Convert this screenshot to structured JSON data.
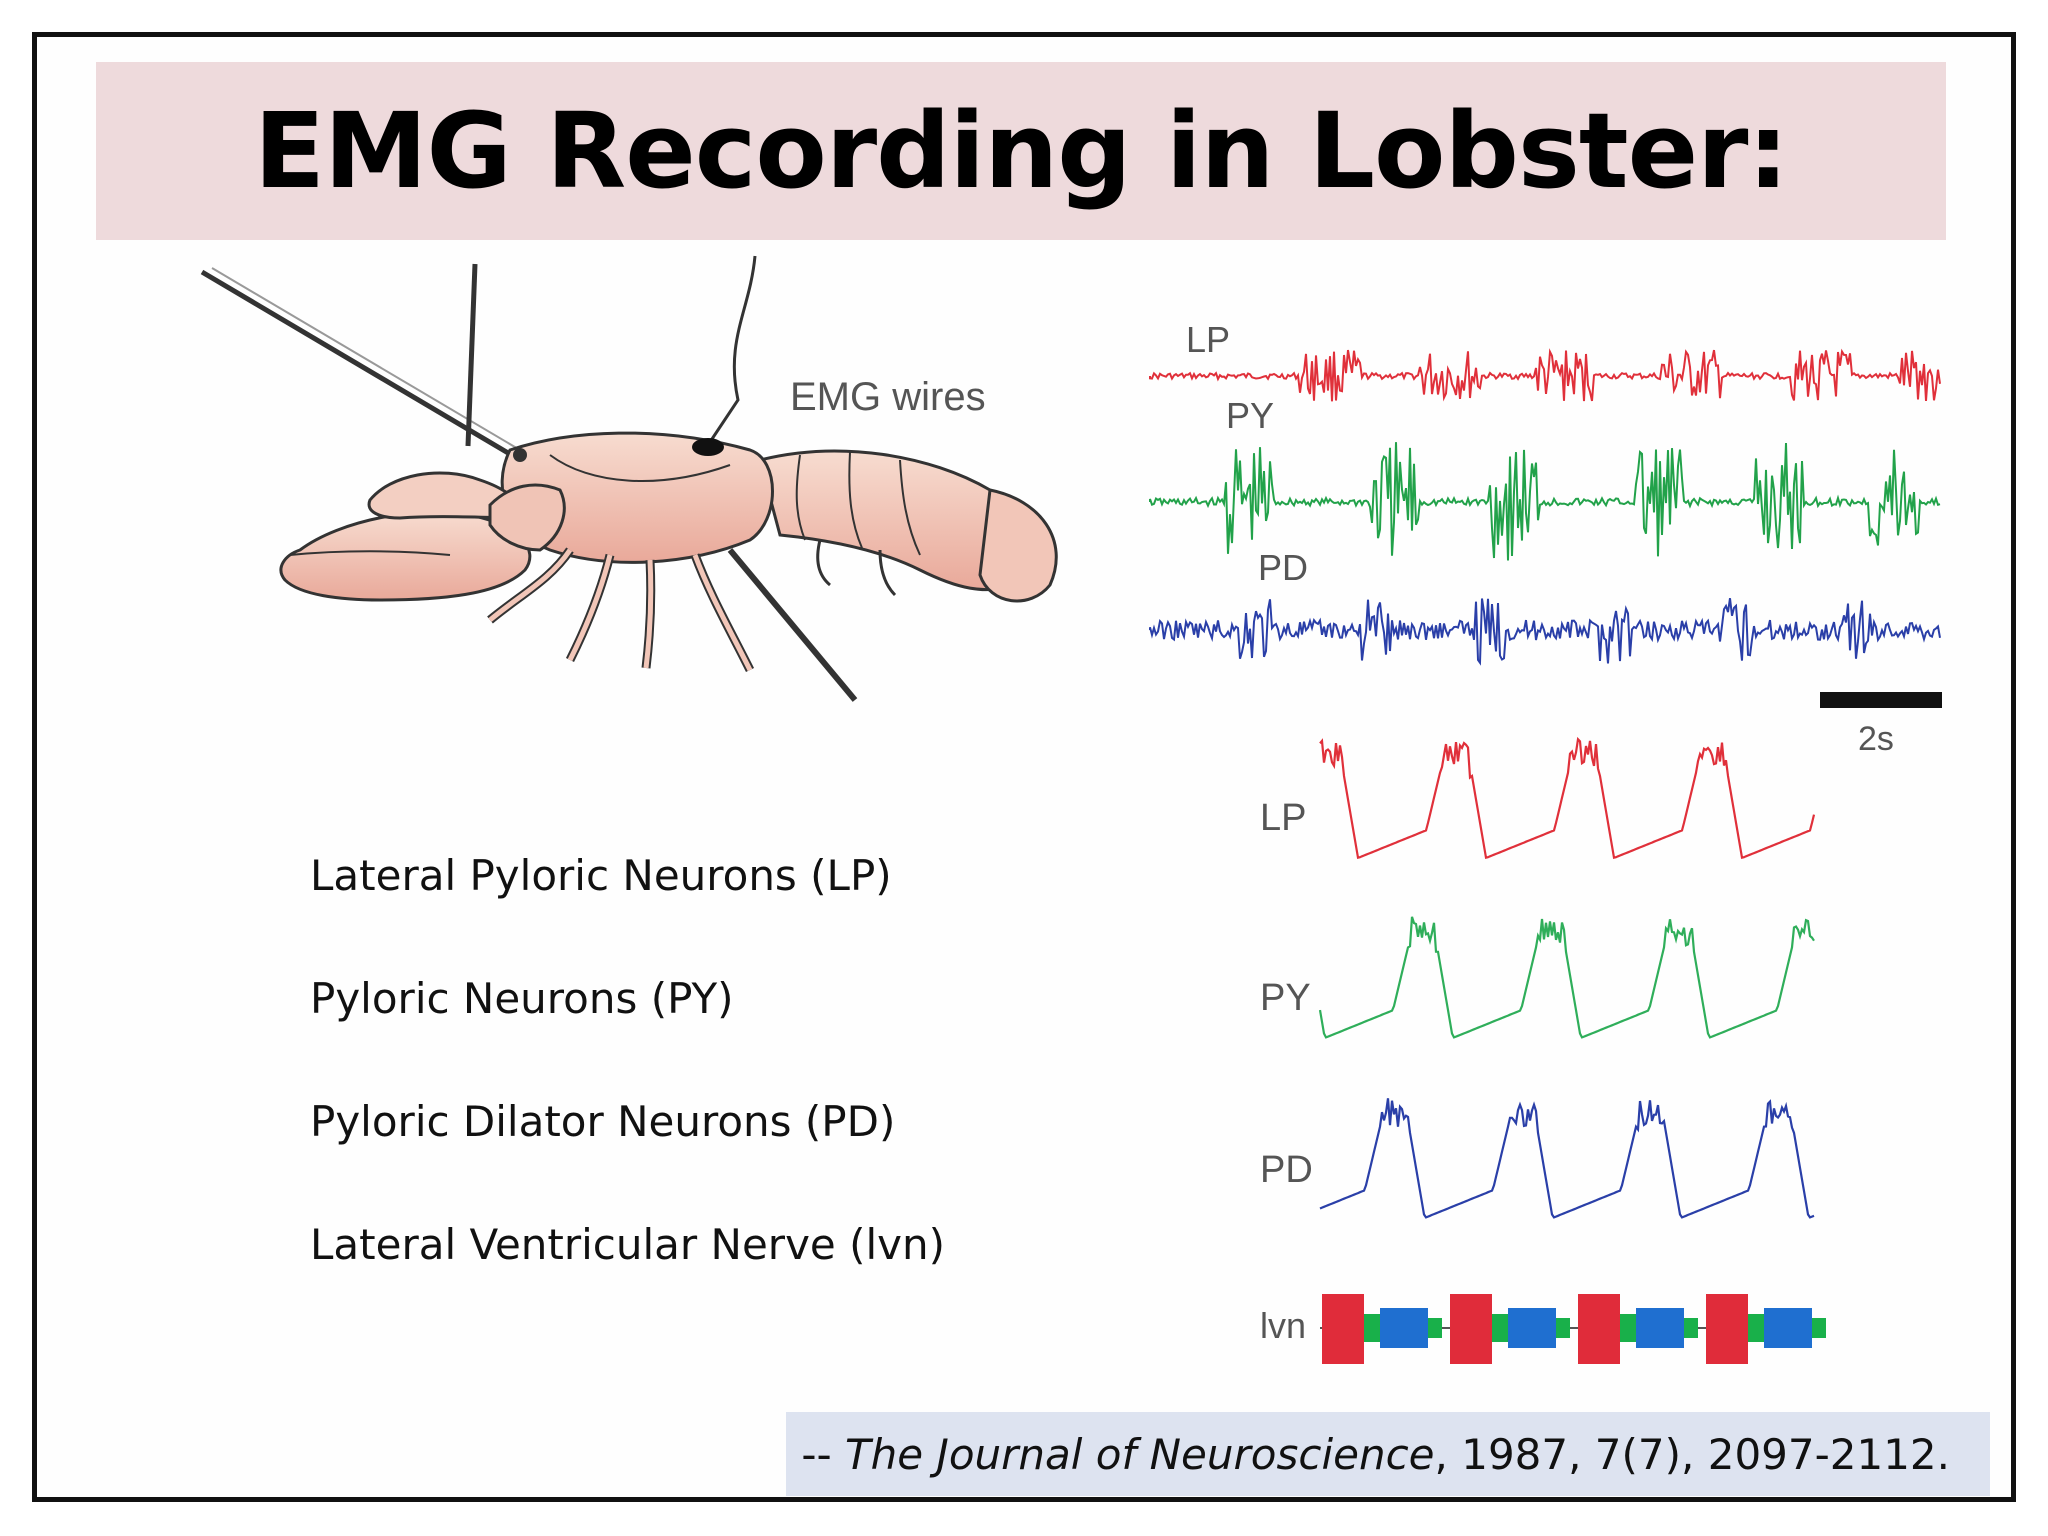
{
  "slide": {
    "title": "EMG Recording in Lobster:"
  },
  "lobster_figure": {
    "emg_label": "EMG wires"
  },
  "traces_figure": {
    "traces": [
      {
        "label": "LP",
        "color": "#e0303a"
      },
      {
        "label": "PY",
        "color": "#22a24a"
      },
      {
        "label": "PD",
        "color": "#2a3fa8"
      }
    ],
    "scale_bar_label": "2s"
  },
  "waves_figure": {
    "waves": [
      {
        "label": "LP",
        "color": "#e0303a"
      },
      {
        "label": "PY",
        "color": "#2fae5a"
      },
      {
        "label": "PD",
        "color": "#2a3fa8"
      }
    ],
    "lvn_label": "lvn",
    "lvn_colors": {
      "lp": "#e02c3a",
      "py": "#19b04a",
      "pd": "#1f6fd0"
    }
  },
  "neuron_list": [
    "Lateral Pyloric Neurons (LP)",
    "Pyloric Neurons (PY)",
    "Pyloric Dilator Neurons (PD)",
    "Lateral Ventricular Nerve (lvn)"
  ],
  "citation": {
    "prefix": "-- ",
    "journal": "The Journal of Neuroscience",
    "suffix": ", 1987, 7(7), 2097-2112."
  }
}
